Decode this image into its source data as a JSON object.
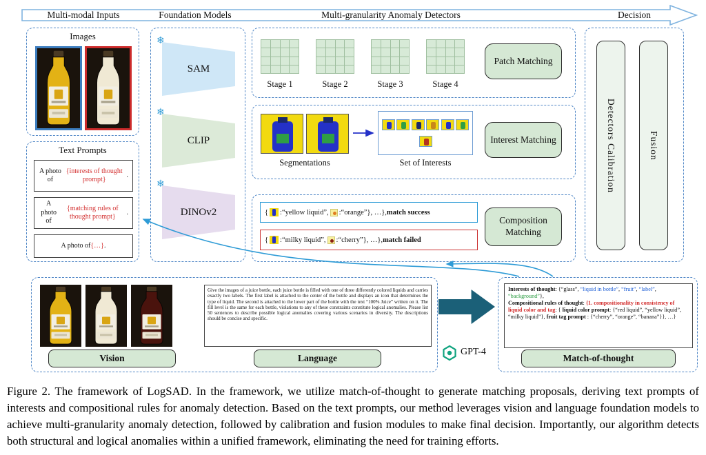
{
  "colors": {
    "dashed": "#4f86c6",
    "btn_fill": "#d5e8d4",
    "banner_stroke": "#7fb3df",
    "arrow_blue": "#2e9bd6",
    "arrow_royal": "#2431c8",
    "block_arrow": "#1b6078",
    "gpt_green": "#10a37f"
  },
  "header": {
    "stages": [
      {
        "label": "Multi-modal Inputs"
      },
      {
        "label": "Foundation Models"
      },
      {
        "label": "Multi-granularity Anomaly Detectors"
      },
      {
        "label": "Decision"
      }
    ]
  },
  "inputs": {
    "images_title": "Images",
    "text_prompts_title": "Text Prompts",
    "image_frames": [
      {
        "liquid": "#e3b215",
        "frame": "#3d7ebf"
      },
      {
        "liquid": "#f0e9d4",
        "frame": "#cc2b2b"
      }
    ],
    "prompts": [
      {
        "segments": [
          {
            "t": "A photo of "
          },
          {
            "t": "{interests of thought prompt}",
            "c": "red"
          },
          {
            "t": "."
          }
        ]
      },
      {
        "segments": [
          {
            "t": "A photo of "
          },
          {
            "t": "{matching rules of thought prompt}",
            "c": "red"
          },
          {
            "t": "."
          }
        ]
      },
      {
        "segments": [
          {
            "t": "A photo of "
          },
          {
            "t": "{…}",
            "c": "red"
          },
          {
            "t": "."
          }
        ]
      }
    ]
  },
  "foundation_models": {
    "models": [
      {
        "name": "SAM",
        "fill": "#cfe7f7"
      },
      {
        "name": "CLIP",
        "fill": "#dcead8"
      },
      {
        "name": "DINOv2",
        "fill": "#e6dcee"
      }
    ]
  },
  "detectors": {
    "patch": {
      "stages": [
        {
          "label": "Stage 1"
        },
        {
          "label": "Stage 2"
        },
        {
          "label": "Stage 3"
        },
        {
          "label": "Stage 4"
        }
      ],
      "button": "Patch Matching"
    },
    "interest": {
      "segmentations_label": "Segmentations",
      "set_label": "Set of Interests",
      "button": "Interest Matching",
      "tiles": [
        {
          "c": "#2431c8"
        },
        {
          "c": "#2f9e44"
        },
        {
          "c": "#1b2a6b"
        },
        {
          "c": "#c8871a"
        },
        {
          "c": "#2431c8"
        },
        {
          "c": "#2f9e44"
        },
        {
          "c": "#b3331f"
        }
      ]
    },
    "composition": {
      "button": "Composition Matching",
      "success": {
        "segments": [
          {
            "t": "{ "
          },
          {
            "icon": "seg"
          },
          {
            "t": ":“yellow liquid”,  "
          },
          {
            "icon": "patch"
          },
          {
            "t": ":“orange”}, …},  "
          },
          {
            "t": "match success",
            "c": "bold"
          }
        ]
      },
      "failed": {
        "segments": [
          {
            "t": "{ "
          },
          {
            "icon": "seg"
          },
          {
            "t": ":“milky liquid”,  "
          },
          {
            "icon": "patch2"
          },
          {
            "t": ":“cherry”}, …},  "
          },
          {
            "t": "match failed",
            "c": "bold"
          }
        ]
      }
    }
  },
  "decision": {
    "calibration_label": "Detectors Calibration",
    "fusion_label": "Fusion"
  },
  "bottom": {
    "vision_label": "Vision",
    "language_label": "Language",
    "gpt_label": "GPT-4",
    "match_button": "Match-of-thought",
    "vision_bottles": [
      {
        "liquid": "#e3b215"
      },
      {
        "liquid": "#f0e9d4"
      },
      {
        "liquid": "#4a130d"
      }
    ],
    "language_text": "Give the images of a juice bottle, each juice bottle is filled with one of three differently colored liquids and carries exactly two labels. The first label is attached to the center of the bottle and displays an icon that determines the type of liquid. The second is attached to the lower part of the bottle with the text “100% Juice” written on it. The fill level is the same for each bottle, violations to any of these constraints constitute logical anomalies. Please list 50 sentences to describe possible logical anomalies covering various scenarios in diversity. The descriptions should be concise and specific.",
    "match_segments": [
      {
        "t": "Interests of thought",
        "c": "bold"
      },
      {
        "t": ": {“glass”, "
      },
      {
        "t": "“liquid in bottle”",
        "c": "blue"
      },
      {
        "t": ", "
      },
      {
        "t": "“fruit”",
        "c": "blue"
      },
      {
        "t": ", "
      },
      {
        "t": "“label”",
        "c": "blue"
      },
      {
        "t": ", "
      },
      {
        "t": "“background”",
        "c": "green"
      },
      {
        "t": "},"
      },
      {
        "br": true
      },
      {
        "t": "Compositional rules of thought",
        "c": "bold"
      },
      {
        "t": ": "
      },
      {
        "t": "{1. compositionality in consistency of liquid color and tag",
        "c": "redbold"
      },
      {
        "t": ": { "
      },
      {
        "t": "liquid color prompt",
        "c": "bold"
      },
      {
        "t": ": {“red liquid”, “yellow liquid”, “milky liquid”}, "
      },
      {
        "t": "fruit tag prompt",
        "c": "bold"
      },
      {
        "t": " : {“cherry”, “orange”, “banana”}}, …}"
      }
    ]
  },
  "caption": {
    "text": "Figure 2. The framework of LogSAD. In the framework, we utilize match-of-thought to generate matching proposals, deriving text prompts of interests and compositional rules for anomaly detection. Based on the text prompts, our method leverages vision and language foundation models to achieve multi-granularity anomaly detection, followed by calibration and fusion modules to make final decision. Importantly, our algorithm detects both structural and logical anomalies within a unified framework, eliminating the need for training efforts."
  }
}
